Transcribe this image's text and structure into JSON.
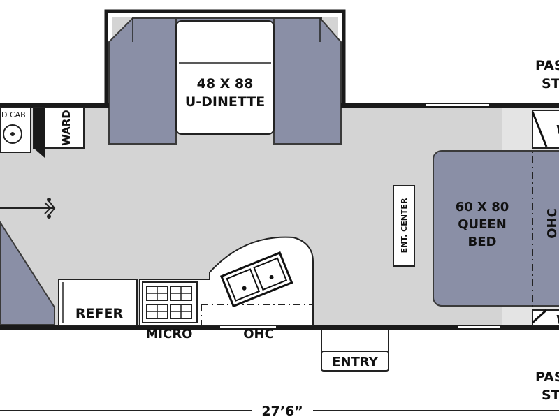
{
  "labels": {
    "dinette_size": "48 X 88",
    "dinette_name": "U-DINETTE",
    "pass_side_top_1": "PAS",
    "pass_side_top_2": "ST",
    "pass_side_bot_1": "PAS",
    "pass_side_bot_2": "ST",
    "wardrobe": "WARD",
    "cabinet": "D CAB",
    "ent_center": "ENT. CENTER",
    "bed_size": "60 X 80",
    "bed_type1": "QUEEN",
    "bed_type2": "BED",
    "ohc_bedroom": "OHC",
    "refer": "REFER",
    "micro": "MICRO",
    "ohc_kitchen": "OHC",
    "entry": "ENTRY",
    "length": "27’6”",
    "wardrobe_right_top": "W",
    "wardrobe_right_bot": "W"
  },
  "colors": {
    "wall": "#1a1a1a",
    "floor": "#d4d4d4",
    "cushion": "#8a8fa6",
    "bed": "#8a8fa6"
  }
}
